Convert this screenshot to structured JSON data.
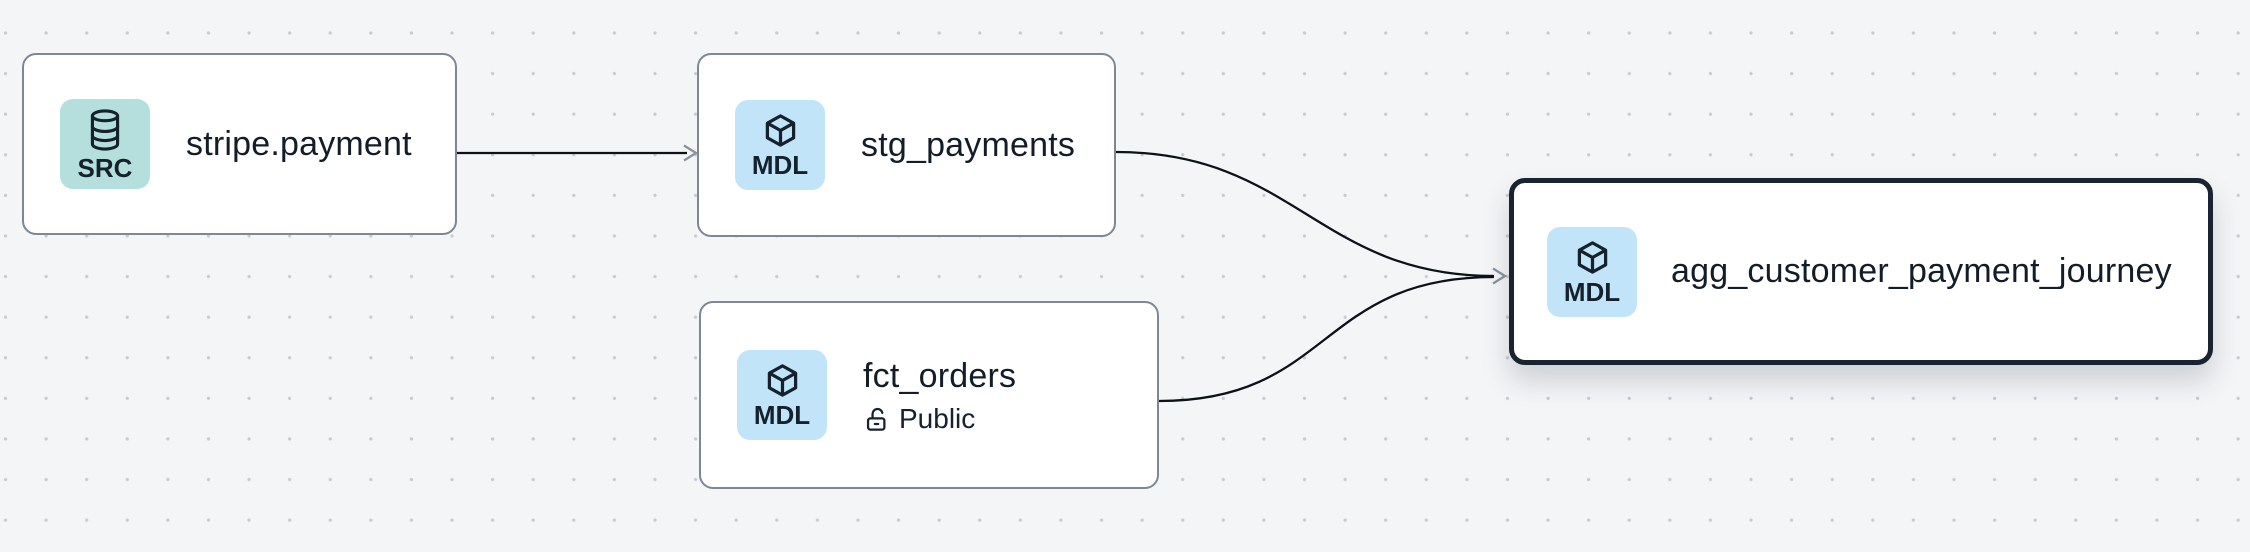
{
  "view": {
    "kind": "data-lineage-graph",
    "background": "#f4f5f7",
    "dot_grid_color": "#c7cbd2"
  },
  "nodes": [
    {
      "title": "stripe.payment",
      "badge": "SRC",
      "icon": "database-icon",
      "type": "source",
      "selected": false
    },
    {
      "title": "stg_payments",
      "badge": "MDL",
      "icon": "box-icon",
      "type": "model",
      "selected": false
    },
    {
      "title": "fct_orders",
      "badge": "MDL",
      "icon": "box-icon",
      "type": "model",
      "selected": false,
      "access": "Public",
      "access_icon": "unlock-icon"
    },
    {
      "title": "agg_customer_payment_journey",
      "badge": "MDL",
      "icon": "box-icon",
      "type": "model",
      "selected": true
    }
  ],
  "edges": [
    {
      "from": "stripe.payment",
      "to": "stg_payments"
    },
    {
      "from": "stg_payments",
      "to": "agg_customer_payment_journey"
    },
    {
      "from": "fct_orders",
      "to": "agg_customer_payment_journey"
    }
  ],
  "colors": {
    "node_background": "#ffffff",
    "node_border": "#7f8795",
    "selected_node_border": "#1a2430",
    "source_icon_bg": "#b4dfdc",
    "model_icon_bg": "#c2e4f8",
    "icon_glyph": "#15212d",
    "title_text": "#121d29",
    "edge_line": "#0d1218",
    "arrowhead": "#8b93a1"
  }
}
